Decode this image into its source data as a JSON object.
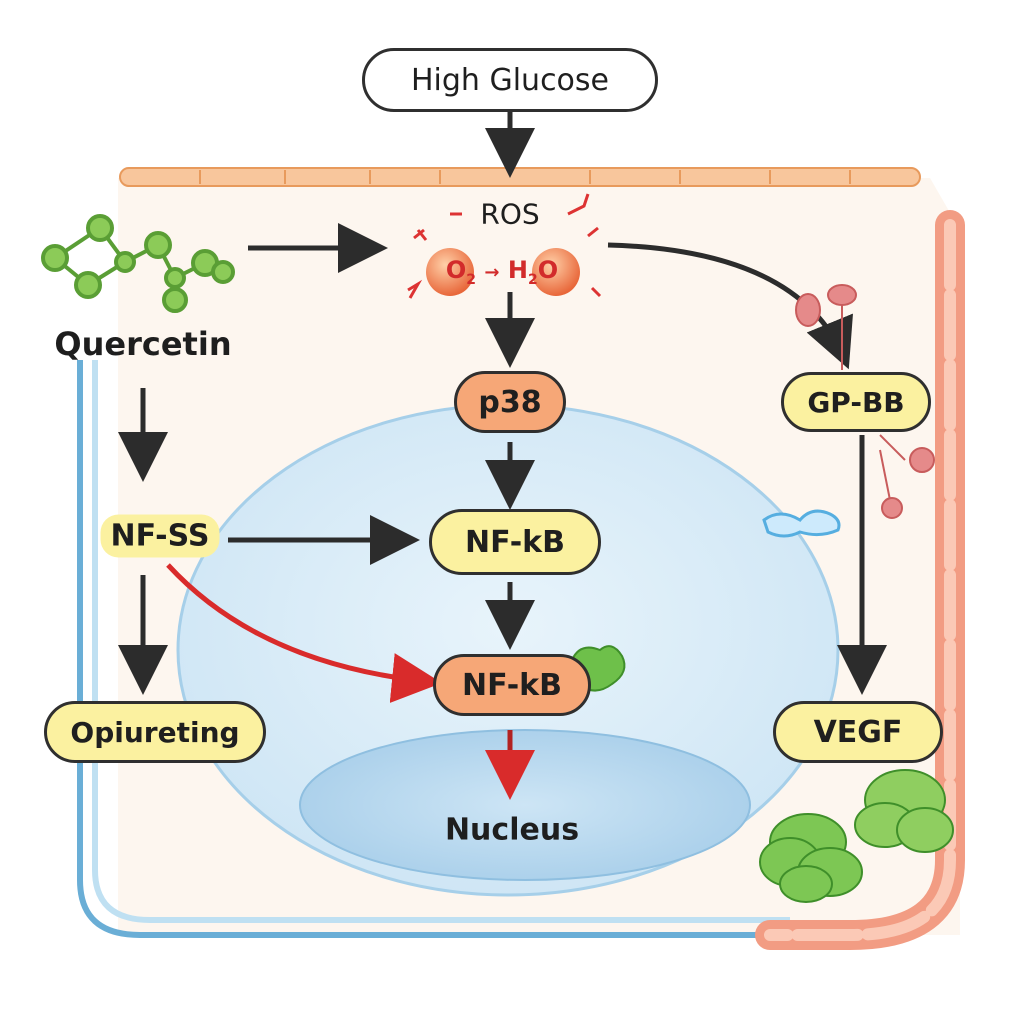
{
  "stimulus": {
    "label": "High Glucose"
  },
  "ros": {
    "label": "ROS",
    "reactant": "O",
    "reactant_sub": "2",
    "product": "H",
    "product_sub": "2",
    "product_tail": "O"
  },
  "quercetin": {
    "label": "Quercetin"
  },
  "nodes": {
    "p38": "p38",
    "nf_ss": "NF-SS",
    "nfkb_upper": "NF-kB",
    "nfkb_lower": "NF-kB",
    "opiureting": "Opiureting",
    "gp_bb": "GP-BB",
    "vegf": "VEGF"
  },
  "nucleus": {
    "label": "Nucleus"
  },
  "colors": {
    "membrane": "#f3b47c",
    "cell_border": "#6aaed6",
    "cytoplasm": "#fdf6ef",
    "nucleus_outer": "#d7ecf8",
    "nucleus_inner": "#b9d9ef",
    "yellow_pill": "#fbf1a0",
    "orange_pill": "#f6a777",
    "vessel": "#f29c83",
    "arrow_dark": "#2c2c2c",
    "arrow_red": "#d92b2b",
    "molecule_green": "#7cc34f",
    "leaf_green": "#6fbf4a"
  }
}
